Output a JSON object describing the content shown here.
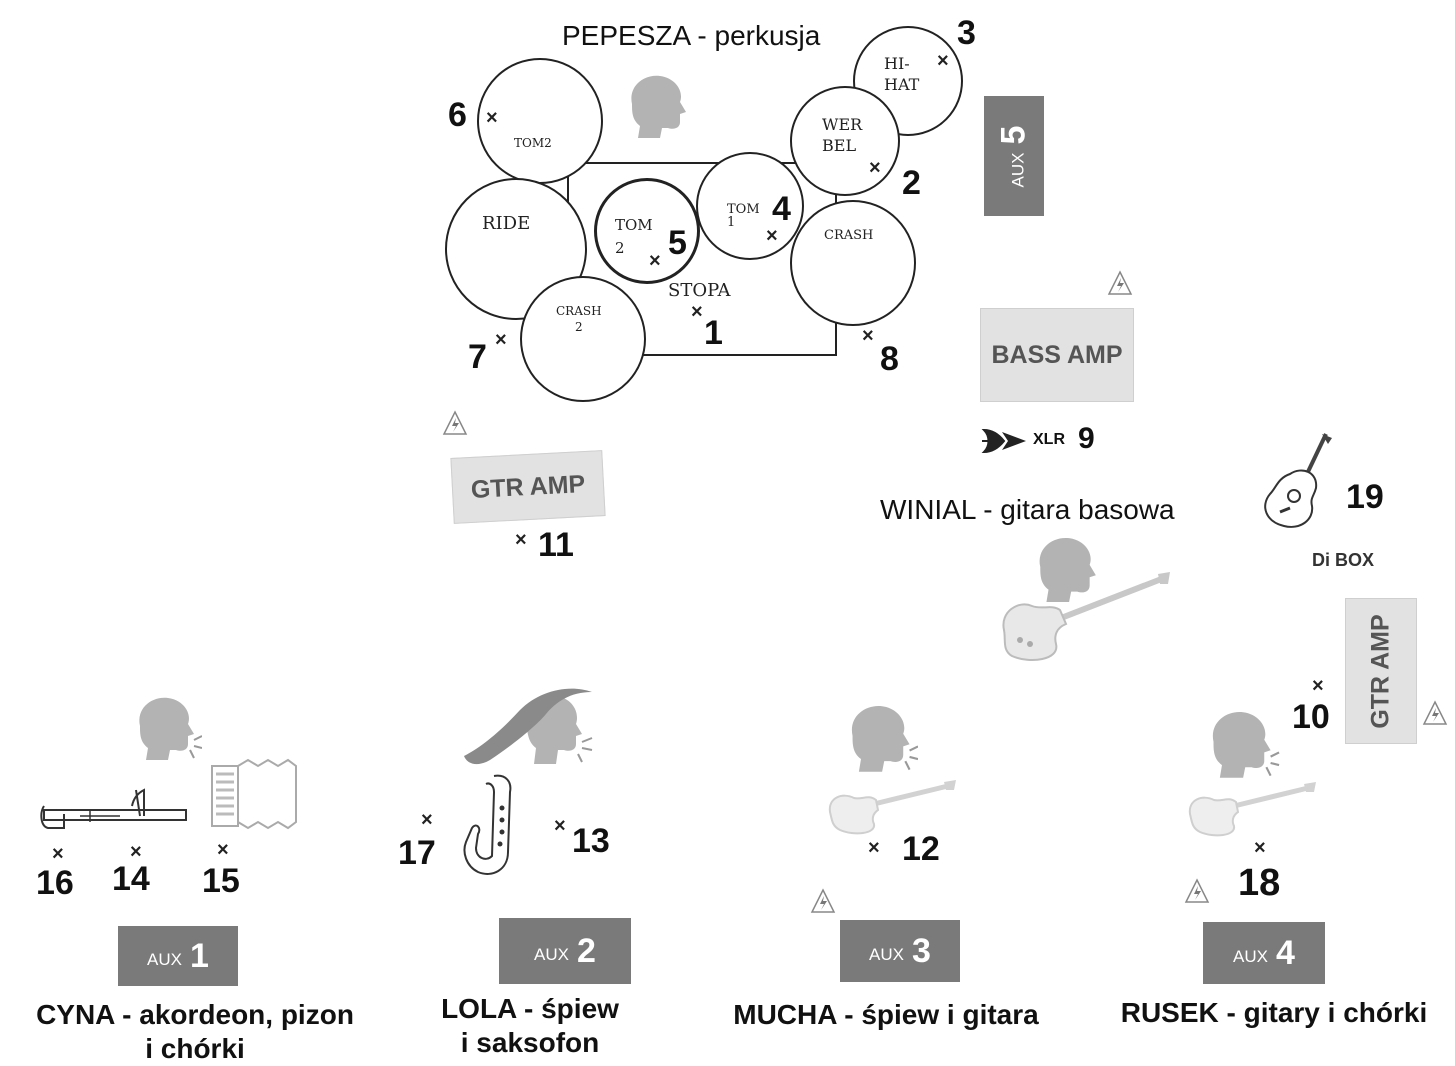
{
  "drums": {
    "title": "PEPESZA - perkusja",
    "tom2_top": "TOM2",
    "ride": "RIDE",
    "tom2_mid": "TOM\n2",
    "tom1": "TOM\n1",
    "hihat": "HI-\nHAT",
    "werbel": "WER\nBEL",
    "crash": "CRASH",
    "crash2": "CRASH\n2",
    "stopa": "STOPA"
  },
  "channels": {
    "c1": "1",
    "c2": "2",
    "c3": "3",
    "c4": "4",
    "c5": "5",
    "c6": "6",
    "c7": "7",
    "c8": "8",
    "c9": "9",
    "c10": "10",
    "c11": "11",
    "c12": "12",
    "c13": "13",
    "c14": "14",
    "c15": "15",
    "c16": "16",
    "c17": "17",
    "c18": "18",
    "c19": "19"
  },
  "marker": "×",
  "amps": {
    "bass": "BASS AMP",
    "gtr_left": "GTR AMP",
    "gtr_right": "GTR AMP",
    "xlr": "XLR",
    "dibox": "Di BOX"
  },
  "aux": {
    "prefix": "AUX",
    "a1": "1",
    "a2": "2",
    "a3": "3",
    "a4": "4",
    "a5": "5"
  },
  "musicians": {
    "winial": "WINIAL - gitara basowa",
    "cyna_1": "CYNA - akordeon, pizon",
    "cyna_2": "i chórki",
    "lola_1": "LOLA - śpiew",
    "lola_2": "i saksofon",
    "mucha": "MUCHA - śpiew i gitara",
    "rusek": "RUSEK - gitary i chórki"
  },
  "icons": [
    "head-icon",
    "bass-guitar-icon",
    "electric-guitar-icon",
    "acoustic-guitar-icon",
    "trombone-icon",
    "accordion-icon",
    "saxophone-icon",
    "power-icon",
    "xlr-icon"
  ]
}
